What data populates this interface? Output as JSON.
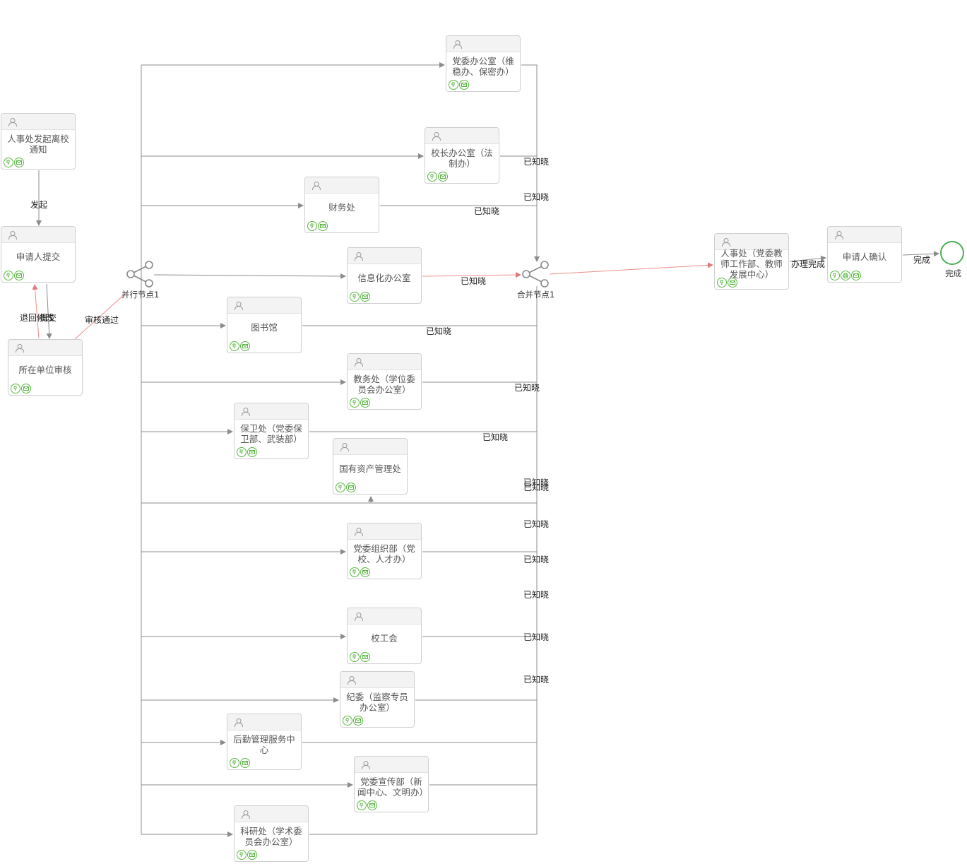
{
  "nodes": {
    "n_start": {
      "label": "人事处发起离校通知",
      "icons": [
        "flow",
        "mail"
      ]
    },
    "n_submit": {
      "label": "申请人提交",
      "icons": [
        "flow",
        "mail"
      ]
    },
    "n_unit": {
      "label": "所在单位审核",
      "icons": [
        "flow",
        "mail"
      ]
    },
    "n1": {
      "label": "党委办公室（维稳办、保密办）",
      "icons": [
        "flow",
        "mail"
      ]
    },
    "n2": {
      "label": "校长办公室（法制办）",
      "icons": [
        "flow",
        "mail"
      ]
    },
    "n3": {
      "label": "财务处",
      "icons": [
        "flow",
        "mail"
      ]
    },
    "n4": {
      "label": "信息化办公室",
      "icons": [
        "flow",
        "mail"
      ]
    },
    "n5": {
      "label": "图书馆",
      "icons": [
        "flow",
        "mail"
      ]
    },
    "n6": {
      "label": "教务处（学位委员会办公室）",
      "icons": [
        "flow",
        "mail"
      ]
    },
    "n7": {
      "label": "保卫处（党委保卫部、武装部）",
      "icons": [
        "flow",
        "mail"
      ]
    },
    "n8": {
      "label": "国有资产管理处",
      "icons": [
        "flow",
        "mail"
      ]
    },
    "n9": {
      "label": "党委组织部（党校、人才办）",
      "icons": [
        "flow",
        "mail"
      ]
    },
    "n10": {
      "label": "校工会",
      "icons": [
        "flow",
        "mail"
      ]
    },
    "n11": {
      "label": "纪委（监察专员办公室）",
      "icons": [
        "flow",
        "mail"
      ]
    },
    "n12": {
      "label": "后勤管理服务中心",
      "icons": [
        "flow",
        "mail"
      ]
    },
    "n13": {
      "label": "党委宣传部（新闻中心、文明办）",
      "icons": [
        "flow",
        "mail"
      ]
    },
    "n14": {
      "label": "科研处（学术委员会办公室）",
      "icons": [
        "flow",
        "mail"
      ]
    },
    "n_hr": {
      "label": "人事处（党委教师工作部、教师发展中心）",
      "icons": [
        "flow",
        "mail"
      ]
    },
    "n_confirm": {
      "label": "申请人确认",
      "icons": [
        "flow",
        "print",
        "mail"
      ]
    }
  },
  "gateways": {
    "split": {
      "label": "并行节点1"
    },
    "join": {
      "label": "合并节点1"
    }
  },
  "end": {
    "label": "完成"
  },
  "edge_labels": {
    "launch": "发起",
    "back": "退回修改",
    "resubmit": "提交",
    "approved": "审核通过",
    "known": "已知晓",
    "handled": "办理完成",
    "done": "完成"
  },
  "colors": {
    "edge": "#8c8c8c",
    "edge_active": "#f08c8c",
    "icon_green": "#59b740",
    "end_green": "#4caf50"
  }
}
